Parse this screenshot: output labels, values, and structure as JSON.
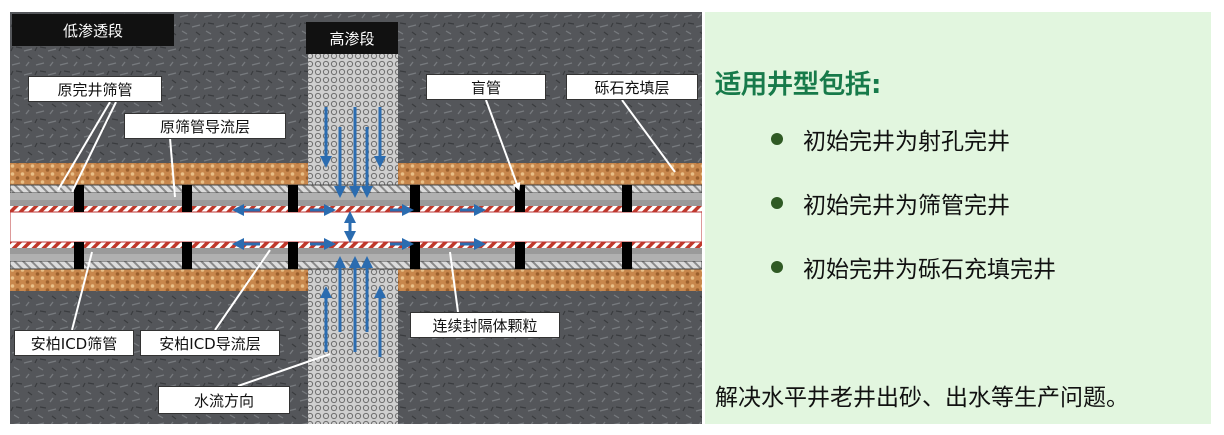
{
  "diagram": {
    "labels": {
      "low_perm": "低渗透段",
      "high_perm": "高渗段",
      "orig_screen": "原完井筛管",
      "orig_flow_layer": "原筛管导流层",
      "blind_pipe": "盲管",
      "gravel_pack": "砾石充填层",
      "icd_screen": "安柏ICD筛管",
      "icd_flow_layer": "安柏ICD导流层",
      "seal_particles": "连续封隔体颗粒",
      "flow_direction": "水流方向"
    },
    "colors": {
      "rock": "#55575a",
      "gravel": "#c8874c",
      "high_perm_zone": "#c8c8c8",
      "flow_arrow": "#2b6cb0",
      "icd_hatch": "#c0392b"
    }
  },
  "panel": {
    "heading": "适用井型包括:",
    "bullets": [
      "初始完井为射孔完井",
      "初始完井为筛管完井",
      "初始完井为砾石充填完井"
    ],
    "footer": "解决水平井老井出砂、出水等生产问题。",
    "colors": {
      "background": "#e2f6df",
      "heading": "#177a4a",
      "bullet_dot": "#2f5a24"
    }
  }
}
